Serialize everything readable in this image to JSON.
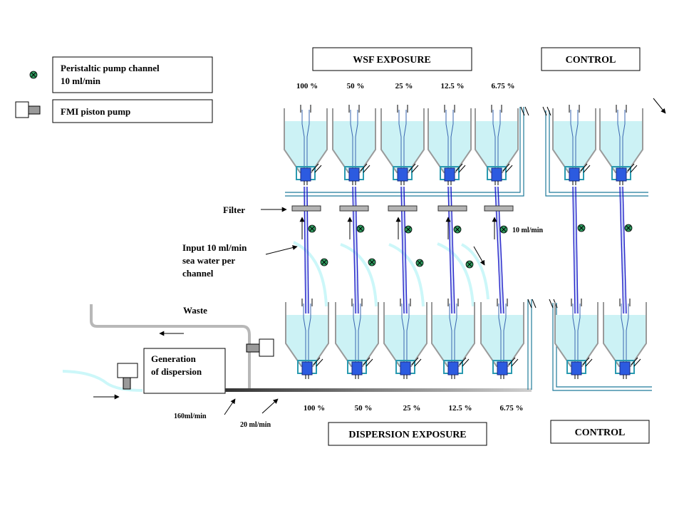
{
  "legend": {
    "pump_channel": {
      "line1": "Peristaltic pump channel",
      "line2": "10 ml/min"
    },
    "piston_pump": "FMI piston pump"
  },
  "headers": {
    "wsf_exposure": "WSF  EXPOSURE",
    "control_top": "CONTROL",
    "dispersion_exposure": "DISPERSION EXPOSURE",
    "control_bottom": "CONTROL"
  },
  "top_percentages": [
    "100 %",
    "50 %",
    "25 %",
    "12.5 %",
    "6.75 %"
  ],
  "bottom_percentages": [
    "100 %",
    "50 %",
    "25 %",
    "12.5 %",
    "6.75 %"
  ],
  "labels": {
    "filter": "Filter",
    "input": {
      "line1": "Input 10 ml/min",
      "line2": "sea water per",
      "line3": "channel"
    },
    "waste": "Waste",
    "generation": {
      "line1": "Generation",
      "line2": "of dispersion"
    },
    "flow_160": "160ml/min",
    "flow_20": "20 ml/min",
    "flow_10": "10 ml/min"
  },
  "colors": {
    "water": "#ccf2f5",
    "tube_light": "#ccf7f9",
    "pipe_dark_blue": "#1f1fc8",
    "pump_fill": "#2e9a5e",
    "filter_gray": "#b4b4b4",
    "waste_gray": "#b8b8b8"
  },
  "icons": [
    "pump-channel-icon",
    "piston-pump-icon",
    "tank-icon",
    "filter-icon",
    "arrow-icon"
  ]
}
